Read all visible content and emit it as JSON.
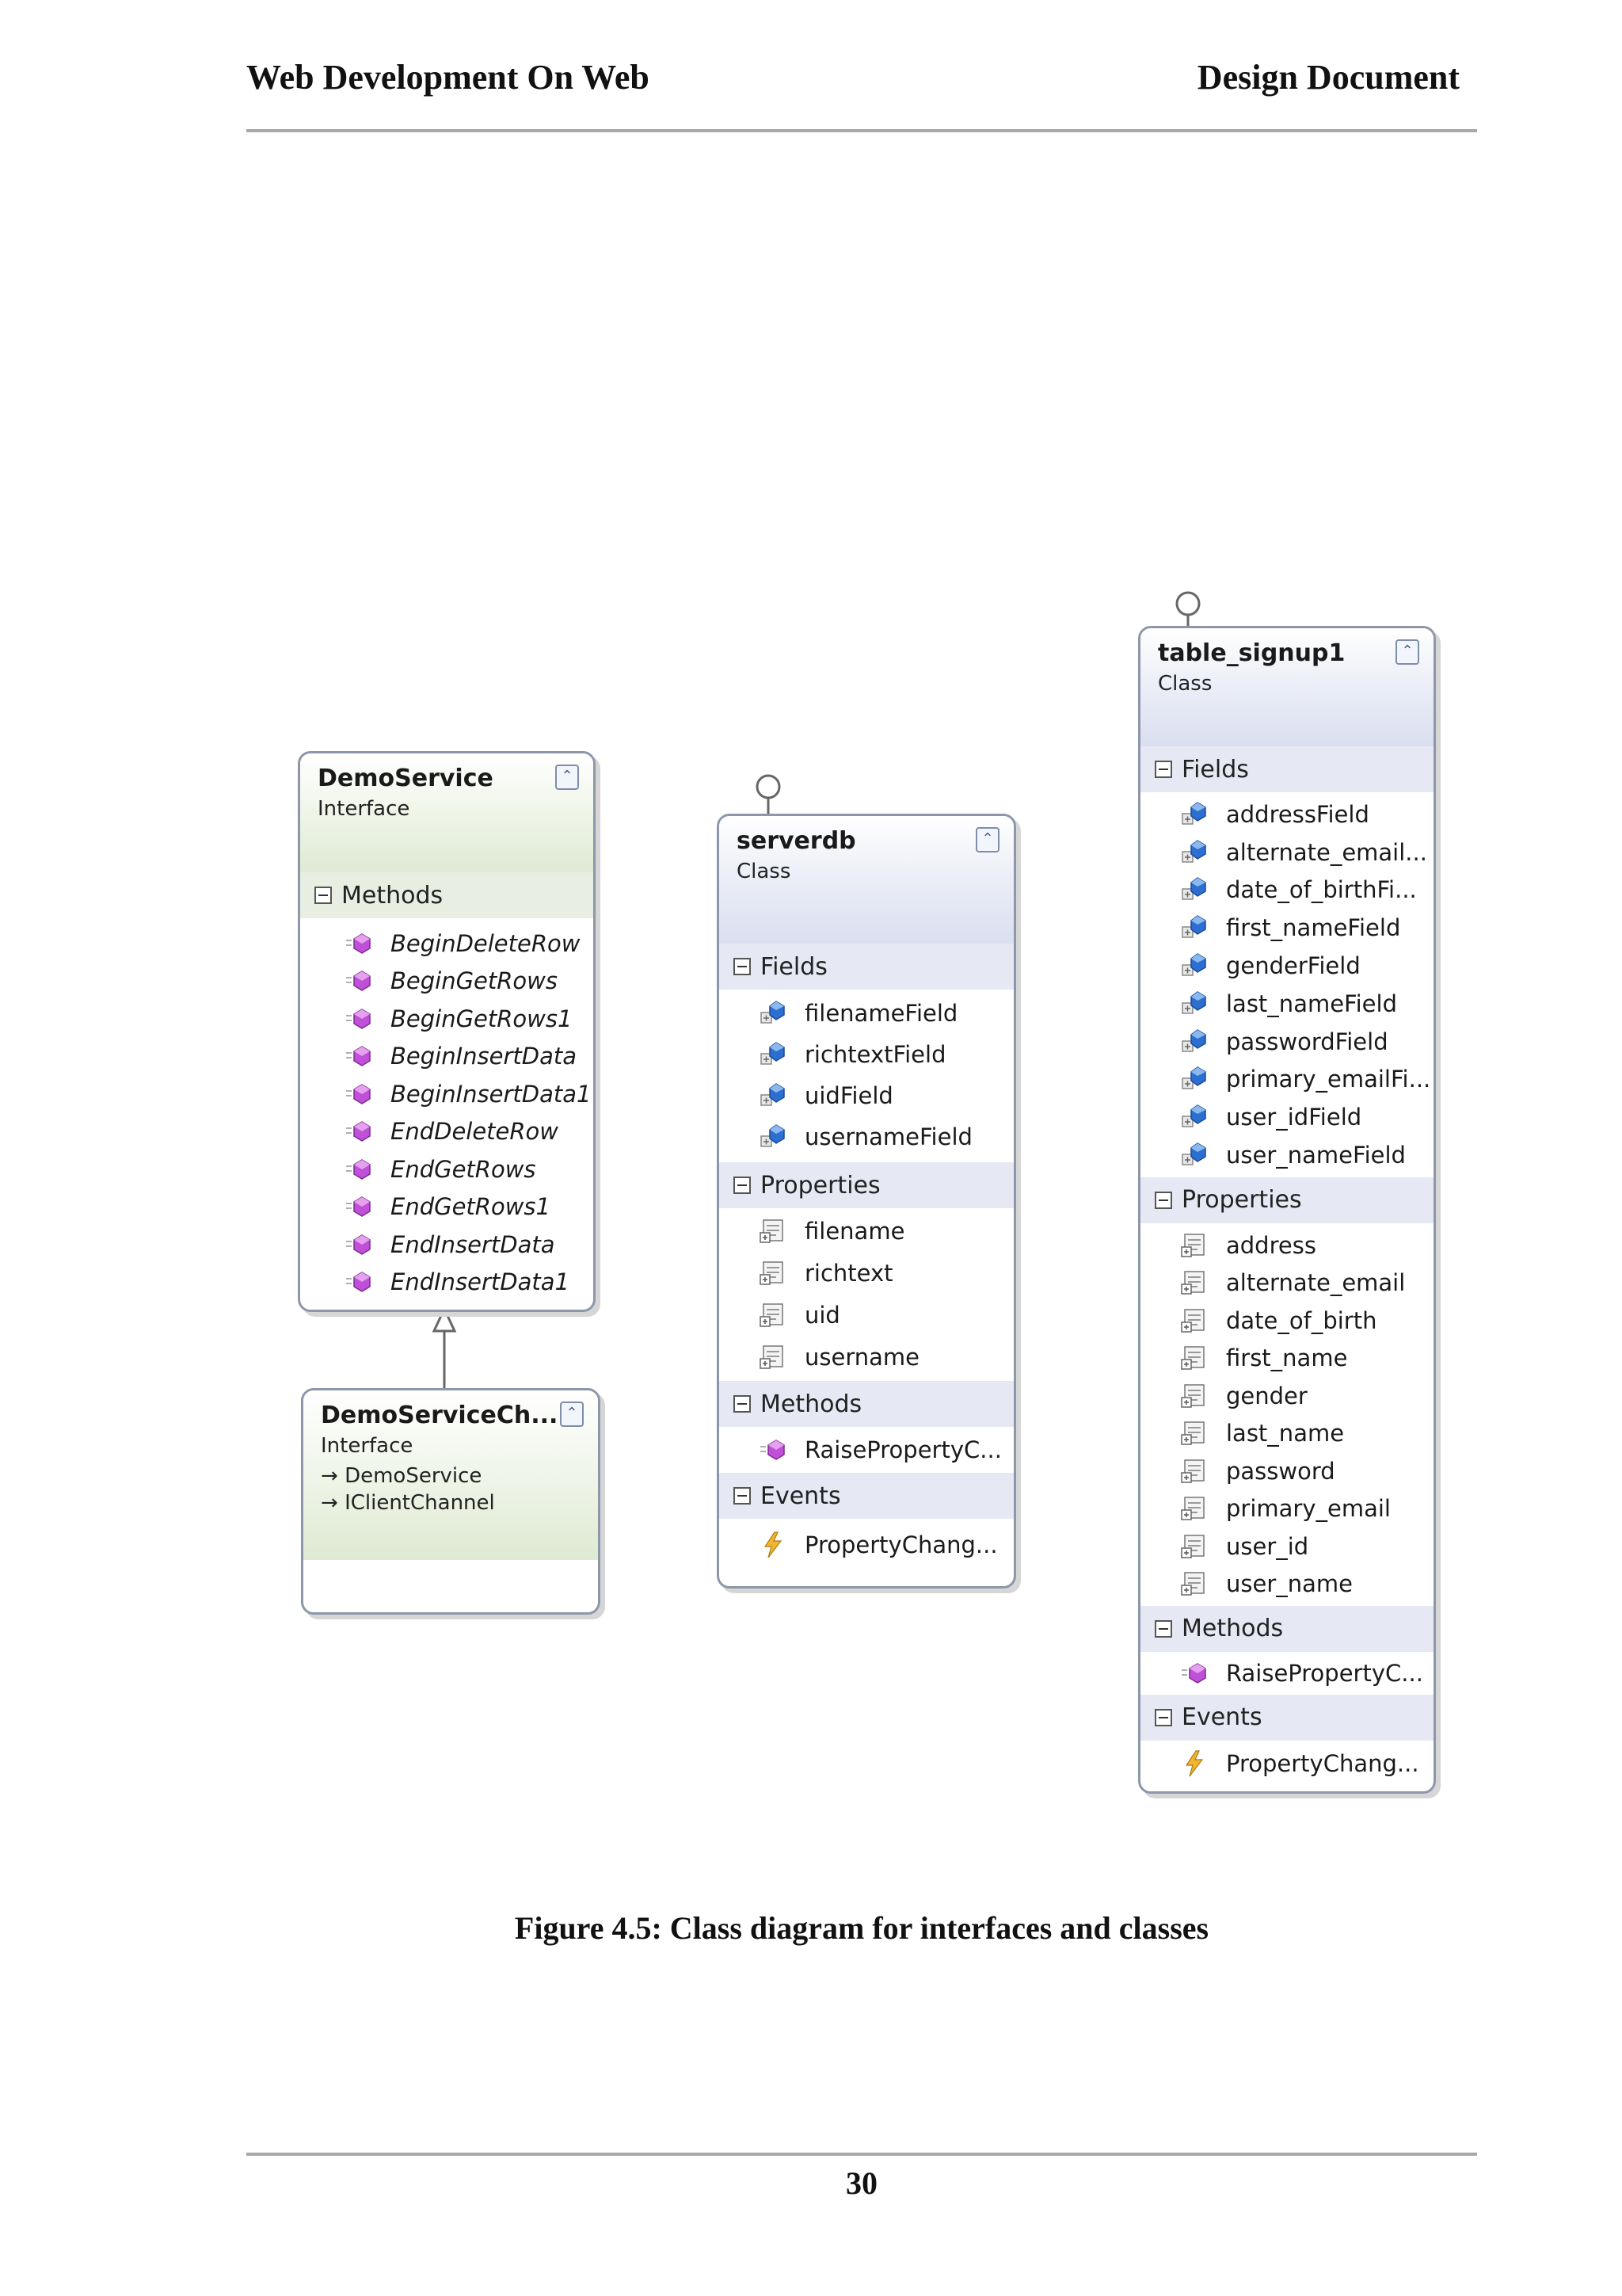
{
  "header": {
    "left": "Web Development On Web",
    "right": "Design Document"
  },
  "caption": "Figure 4.5: Class diagram for interfaces and classes",
  "page_number": "30",
  "boxes": {
    "demoservice": {
      "name": "DemoService",
      "kind": "Interface",
      "sections": {
        "methods": {
          "label": "Methods",
          "items": [
            "BeginDeleteRow",
            "BeginGetRows",
            "BeginGetRows1",
            "BeginInsertData",
            "BeginInsertData1",
            "EndDeleteRow",
            "EndGetRows",
            "EndGetRows1",
            "EndInsertData",
            "EndInsertData1"
          ]
        }
      }
    },
    "demoservicechannel": {
      "name": "DemoServiceCh...",
      "kind": "Interface",
      "implements": [
        "DemoService",
        "IClientChannel"
      ]
    },
    "serverdb": {
      "name": "serverdb",
      "kind": "Class",
      "sections": {
        "fields": {
          "label": "Fields",
          "items": [
            "filenameField",
            "richtextField",
            "uidField",
            "usernameField"
          ]
        },
        "properties": {
          "label": "Properties",
          "items": [
            "filename",
            "richtext",
            "uid",
            "username"
          ]
        },
        "methods": {
          "label": "Methods",
          "items": [
            "RaisePropertyC..."
          ]
        },
        "events": {
          "label": "Events",
          "items": [
            "PropertyChang..."
          ]
        }
      }
    },
    "table_signup1": {
      "name": "table_signup1",
      "kind": "Class",
      "sections": {
        "fields": {
          "label": "Fields",
          "items": [
            "addressField",
            "alternate_email...",
            "date_of_birthFi...",
            "first_nameField",
            "genderField",
            "last_nameField",
            "passwordField",
            "primary_emailFi...",
            "user_idField",
            "user_nameField"
          ]
        },
        "properties": {
          "label": "Properties",
          "items": [
            "address",
            "alternate_email",
            "date_of_birth",
            "first_name",
            "gender",
            "last_name",
            "password",
            "primary_email",
            "user_id",
            "user_name"
          ]
        },
        "methods": {
          "label": "Methods",
          "items": [
            "RaisePropertyC..."
          ]
        },
        "events": {
          "label": "Events",
          "items": [
            "PropertyChang..."
          ]
        }
      }
    }
  },
  "icons": {
    "method": "method-icon",
    "field": "field-icon",
    "property": "property-icon",
    "event": "event-icon",
    "collapse": "collapse-icon",
    "lollipop": "interface-lollipop-icon",
    "inheritance": "inheritance-arrow-icon"
  },
  "colors": {
    "interface_header": "#dfe9d3",
    "class_header": "#dadff0",
    "box_border": "#8c98aa",
    "method_icon": "#b040c8",
    "field_icon": "#2c6fd1",
    "event_icon": "#e0a020"
  }
}
